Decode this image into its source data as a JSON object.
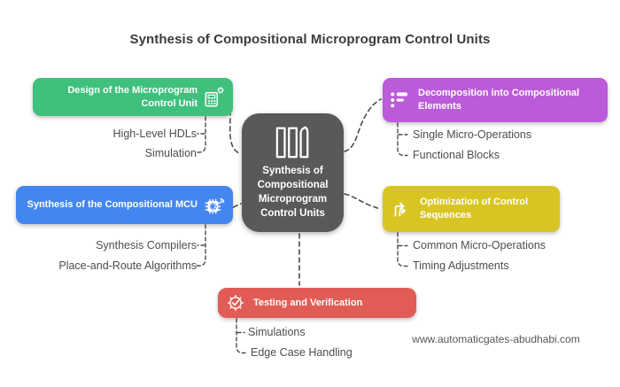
{
  "title": "Synthesis of Compositional Microprogram Control Units",
  "footer": {
    "website": "www.automaticgates-abudhabi.com"
  },
  "colors": {
    "center": "#59595b",
    "green": "#3fc07d",
    "purple": "#bb5bd9",
    "blue": "#4486ef",
    "yellow": "#d8c524",
    "red": "#e15c55",
    "connector": "#4d4d4d",
    "title_text": "#3b3b3b",
    "subitem_text": "#4d4d4d"
  },
  "center": {
    "lines": [
      "Synthesis of",
      "Compositional",
      "Microprogram",
      "Control Units"
    ],
    "icon": "books-icon"
  },
  "nodes": [
    {
      "id": "design",
      "label": "Design of the Microprogram Control Unit",
      "icon": "calculator-gear-icon",
      "color": "#3fc07d",
      "children": [
        "High-Level HDLs",
        "Simulation"
      ]
    },
    {
      "id": "decomposition",
      "label": "Decomposition into Compositional Elements",
      "icon": "bullet-list-icon",
      "color": "#bb5bd9",
      "children": [
        "Single Micro-Operations",
        "Functional Blocks"
      ]
    },
    {
      "id": "synthesis-mcu",
      "label": "Synthesis of the Compositional MCU",
      "icon": "cpu-icon",
      "color": "#4486ef",
      "children": [
        "Synthesis Compilers",
        "Place-and-Route Algorithms"
      ]
    },
    {
      "id": "optimization",
      "label": "Optimization of Control Sequences",
      "icon": "flow-arrows-icon",
      "color": "#d8c524",
      "children": [
        "Common Micro-Operations",
        "Timing Adjustments"
      ]
    },
    {
      "id": "testing",
      "label": "Testing and Verification",
      "icon": "gear-check-icon",
      "color": "#e15c55",
      "children": [
        "Simulations",
        "Edge Case Handling"
      ]
    }
  ]
}
